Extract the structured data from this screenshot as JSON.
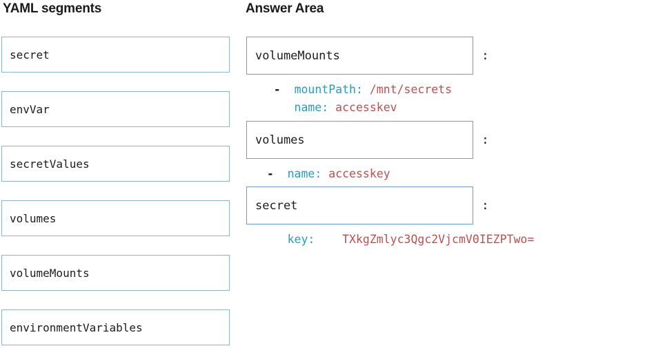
{
  "headers": {
    "yaml_segments": "YAML segments",
    "answer_area": "Answer Area"
  },
  "colors": {
    "segment_border": "#8FB2CE",
    "slot_border": "#6E9EC4",
    "yaml_key": "#2E9BB5",
    "yaml_value": "#BB5050",
    "text": "#1c1c1c"
  },
  "segments": [
    {
      "label": "secret"
    },
    {
      "label": "envVar"
    },
    {
      "label": "secretValues"
    },
    {
      "label": "volumes"
    },
    {
      "label": "volumeMounts"
    },
    {
      "label": "environmentVariables"
    }
  ],
  "answer": {
    "colon": ":",
    "dash": "-",
    "slots": [
      {
        "value": "volumeMounts"
      },
      {
        "value": "volumes"
      },
      {
        "value": "secret"
      }
    ],
    "block1": {
      "line1": {
        "dash": "-",
        "key": "mountPath:",
        "value": "/mnt/secrets"
      },
      "line2": {
        "key": "name:",
        "value": "accesskev"
      }
    },
    "block2": {
      "line1": {
        "dash": "-",
        "key": "name:",
        "value": "accesskey"
      }
    },
    "block3": {
      "line1": {
        "key": "key:",
        "value": "TXkgZmlyc3Qgc2VjcmV0IEZPTwo="
      }
    }
  }
}
